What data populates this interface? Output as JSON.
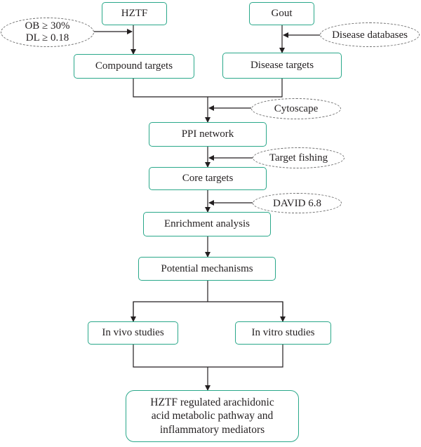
{
  "nodes": {
    "hztf": "HZTF",
    "gout": "Gout",
    "compound_targets": "Compound targets",
    "disease_targets": "Disease targets",
    "ppi_network": "PPI network",
    "core_targets": "Core targets",
    "enrichment_analysis": "Enrichment analysis",
    "potential_mechanisms": "Potential mechanisms",
    "in_vivo": "In vivo studies",
    "in_vitro": "In vitro studies",
    "conclusion": "HZTF regulated arachidonic\nacid metabolic pathway and\ninflammatory mediators"
  },
  "inputs": {
    "ob_dl": "OB ≥ 30%\nDL ≥ 0.18",
    "disease_databases": "Disease databases",
    "cytoscape": "Cytoscape",
    "target_fishing": "Target fishing",
    "david": "DAVID 6.8"
  }
}
